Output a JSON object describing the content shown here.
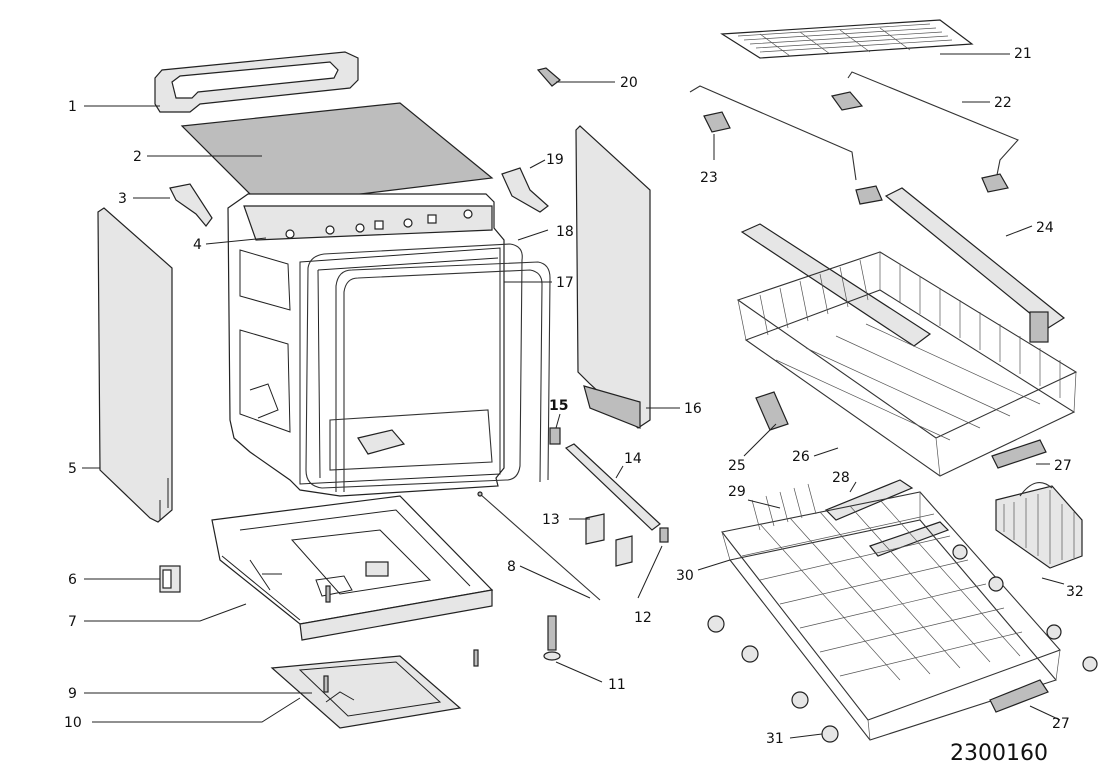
{
  "diagram": {
    "code": "2300160",
    "labels": {
      "l1": "1",
      "l2": "2",
      "l3": "3",
      "l4": "4",
      "l5": "5",
      "l6": "6",
      "l7": "7",
      "l8": "8",
      "l9": "9",
      "l10": "10",
      "l11": "11",
      "l12": "12",
      "l13": "13",
      "l14": "14",
      "l15": "15",
      "l16": "16",
      "l17": "17",
      "l18": "18",
      "l19": "19",
      "l20": "20",
      "l21": "21",
      "l22": "22",
      "l23": "23",
      "l24": "24",
      "l25": "25",
      "l26": "26",
      "l27a": "27",
      "l27b": "27",
      "l28": "28",
      "l29": "29",
      "l30": "30",
      "l31": "31",
      "l32": "32"
    }
  }
}
